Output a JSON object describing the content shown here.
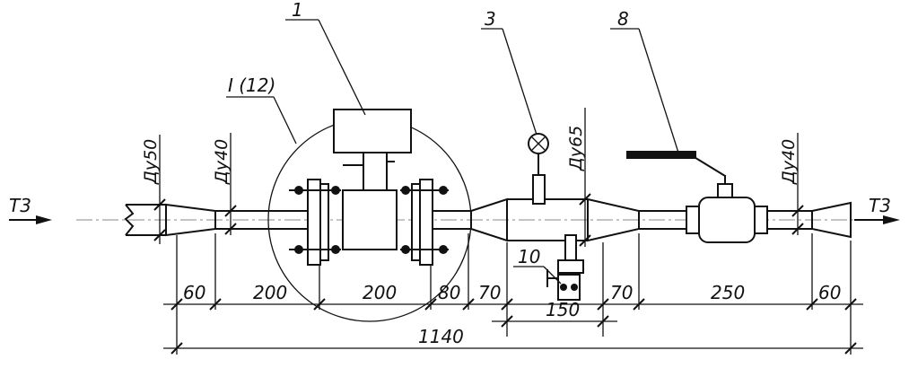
{
  "flow": {
    "inlet_label": "Т3",
    "outlet_label": "Т3"
  },
  "callouts": {
    "c1": "1",
    "c3": "3",
    "c8": "8",
    "c10": "10",
    "detail": "I (12)"
  },
  "diameters": {
    "d1": "Ду50",
    "d2": "Ду40",
    "d3": "Ду65",
    "d4": "Ду40"
  },
  "dimensions": {
    "d60_left": "60",
    "d200_a": "200",
    "d200_b": "200",
    "d80": "80",
    "d70_a": "70",
    "d150": "150",
    "d70_b": "70",
    "d250": "250",
    "d60_right": "60",
    "total": "1140"
  }
}
